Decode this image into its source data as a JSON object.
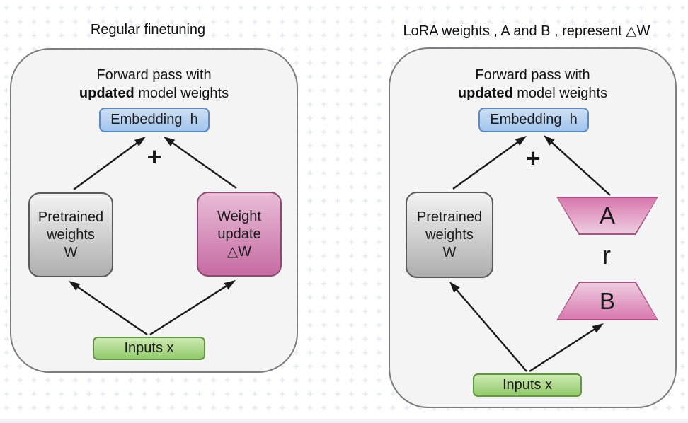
{
  "figure": {
    "left": {
      "title": "Regular finetuning",
      "caption": {
        "line1": "Forward pass with",
        "bold": "updated",
        "rest": " model weights"
      },
      "nodes": {
        "embedding": "Embedding  h",
        "plus": "+",
        "pretrained": "Pretrained\nweights\nW",
        "weight_update": "Weight\nupdate\n△W",
        "inputs": "Inputs x"
      },
      "edges": [
        {
          "from": "pretrained-weights",
          "to": "embedding"
        },
        {
          "from": "weight-update",
          "to": "embedding"
        },
        {
          "from": "inputs-x",
          "to": "pretrained-weights"
        },
        {
          "from": "inputs-x",
          "to": "weight-update"
        }
      ]
    },
    "right": {
      "title": "LoRA weights , A and B , represent △W",
      "caption": {
        "line1": "Forward pass with",
        "bold": "updated",
        "rest": " model weights"
      },
      "nodes": {
        "embedding": "Embedding  h",
        "plus": "+",
        "pretrained": "Pretrained\nweights\nW",
        "lora_a": "A",
        "rank": "r",
        "lora_b": "B",
        "inputs": "Inputs x"
      },
      "edges": [
        {
          "from": "pretrained-weights",
          "to": "embedding"
        },
        {
          "from": "lora-a",
          "to": "embedding"
        },
        {
          "from": "inputs-x",
          "to": "pretrained-weights"
        },
        {
          "from": "inputs-x",
          "to": "lora-b"
        }
      ]
    }
  },
  "colors": {
    "pattern": "#e9ecf5",
    "panel_fill": "#f4f4f4",
    "panel_border": "#7d7d7d",
    "embedding_top": "#cde0f5",
    "embedding_bottom": "#a2c4ec",
    "embedding_border": "#5d88c2",
    "gray_top": "#f3f3f3",
    "gray_bottom": "#aeaeae",
    "gray_border": "#595959",
    "pink_top": "#e8bdd7",
    "pink_bottom": "#c66ba3",
    "pink_border": "#8d4a6e",
    "green_top": "#cdeab2",
    "green_bottom": "#92ca6b",
    "green_border": "#619743",
    "trapezoid_dark": "#d878ae",
    "trapezoid_light": "#eecde1",
    "trapezoid_border": "#a85681",
    "arrow": "#1a1a1a"
  }
}
